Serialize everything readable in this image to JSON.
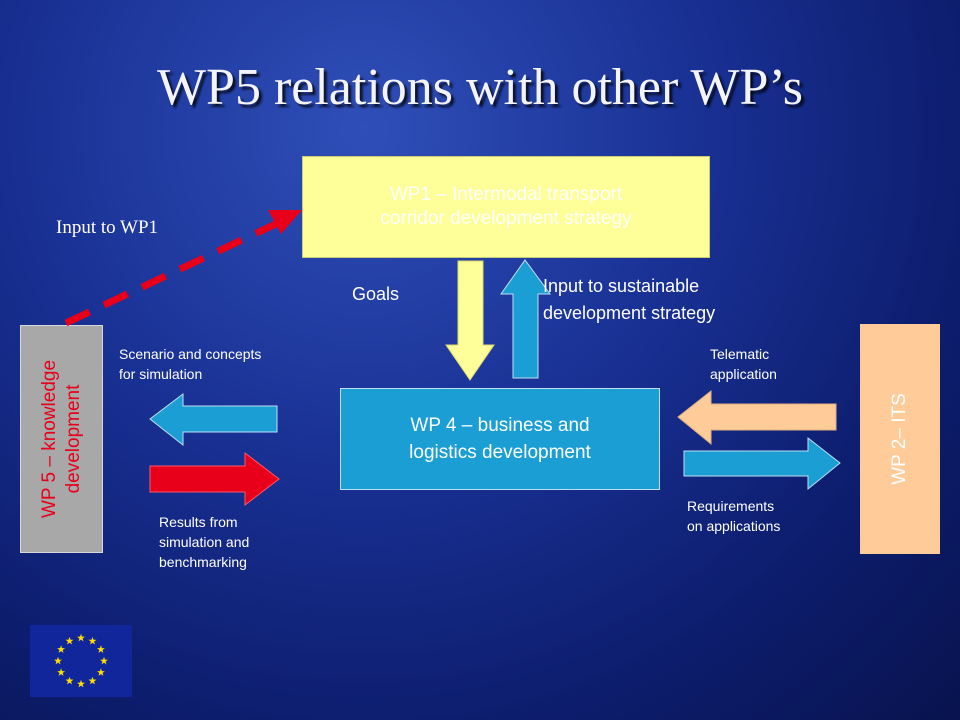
{
  "slide": {
    "title": "WP5 relations with other WP’s"
  },
  "boxes": {
    "wp1": {
      "line1": "WP1 – Intermodal transport",
      "line2": "corridor development strategy",
      "color": "#ffff99"
    },
    "wp4": {
      "line1": "WP 4 – business and",
      "line2": "logistics development",
      "color": "#1a9ed4"
    },
    "wp5": {
      "line1": "WP 5 – knowledge",
      "line2": "development",
      "color": "#a8a8a8",
      "text_color": "#e8001a"
    },
    "wp2": {
      "label": "WP 2– ITS",
      "color": "#ffcc99"
    }
  },
  "labels": {
    "input_to_wp1": "Input to WP1",
    "goals": "Goals",
    "input_sustainable_1": "Input to sustainable",
    "input_sustainable_2": "development strategy",
    "scenario_1": "Scenario and concepts",
    "scenario_2": "for simulation",
    "results_1": "Results from",
    "results_2": "simulation and",
    "results_3": "benchmarking",
    "telematic_1": "Telematic",
    "telematic_2": "application",
    "requirements_1": "Requirements",
    "requirements_2": "on applications"
  },
  "arrows": {
    "goals_down": {
      "color": "#ffff99",
      "direction": "down"
    },
    "input_up": {
      "color": "#1a9ed4",
      "direction": "up"
    },
    "scenario_left": {
      "color": "#1a9ed4",
      "direction": "left"
    },
    "results_right": {
      "color": "#e8001a",
      "direction": "right"
    },
    "telematic_left": {
      "color": "#ffcc99",
      "direction": "left"
    },
    "requirements_right": {
      "color": "#1a9ed4",
      "direction": "right"
    },
    "input_wp1_dashed": {
      "color": "#e8001a",
      "style": "dashed"
    }
  },
  "logo": {
    "name": "eu-flag",
    "stars": 12,
    "star_color": "#ffdd00"
  }
}
